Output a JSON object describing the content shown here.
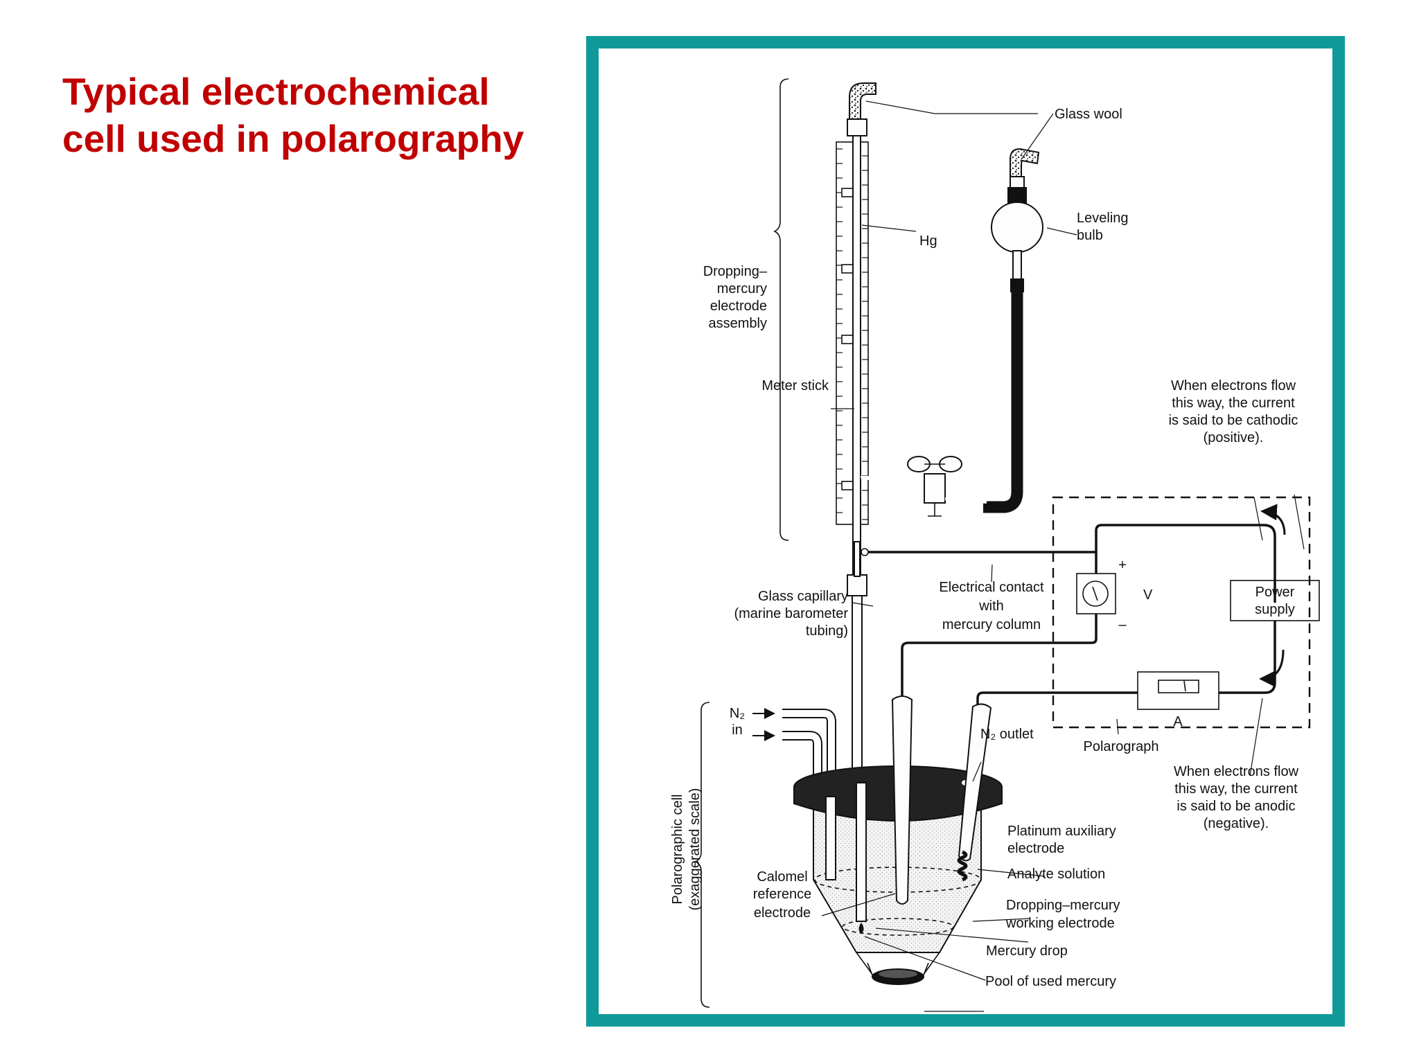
{
  "slide": {
    "title_line1": "Typical electrochemical",
    "title_line2": "cell used in polarography"
  },
  "colors": {
    "title": "#c00000",
    "frame": "#0f9a99"
  },
  "diagram": {
    "labels": {
      "glass_wool": "Glass wool",
      "leveling_bulb": [
        "Leveling",
        "bulb"
      ],
      "hg": "Hg",
      "dme_assembly": [
        "Dropping–",
        "mercury",
        "electrode",
        "assembly"
      ],
      "meter_stick": "Meter stick",
      "cathodic_note": [
        "When electrons flow",
        "this way, the current",
        "is said to be cathodic",
        "(positive)."
      ],
      "plus_sign": "+",
      "minus_sign": "–",
      "voltmeter": "V",
      "power_supply": [
        "Power",
        "supply"
      ],
      "ammeter": "A",
      "polarograph": "Polarograph",
      "electrical_contact": [
        "Electrical contact",
        "with",
        "mercury column"
      ],
      "glass_capillary": [
        "Glass capillary",
        "(marine barometer",
        "tubing)"
      ],
      "n2_in": [
        "N₂",
        "in"
      ],
      "n2_outlet": "N₂ outlet",
      "anodic_note": [
        "When electrons flow",
        "this way, the current",
        "is said to be anodic",
        "(negative)."
      ],
      "polarographic_cell": [
        "Polarographic cell",
        "(exaggerated scale)"
      ],
      "platinum_auxiliary": [
        "Platinum auxiliary",
        "electrode"
      ],
      "analyte_solution": "Analyte solution",
      "calomel": [
        "Calomel",
        "reference",
        "electrode"
      ],
      "dme_working": [
        "Dropping–mercury",
        "working electrode"
      ],
      "mercury_drop": "Mercury drop",
      "pool": "Pool of used mercury"
    }
  }
}
